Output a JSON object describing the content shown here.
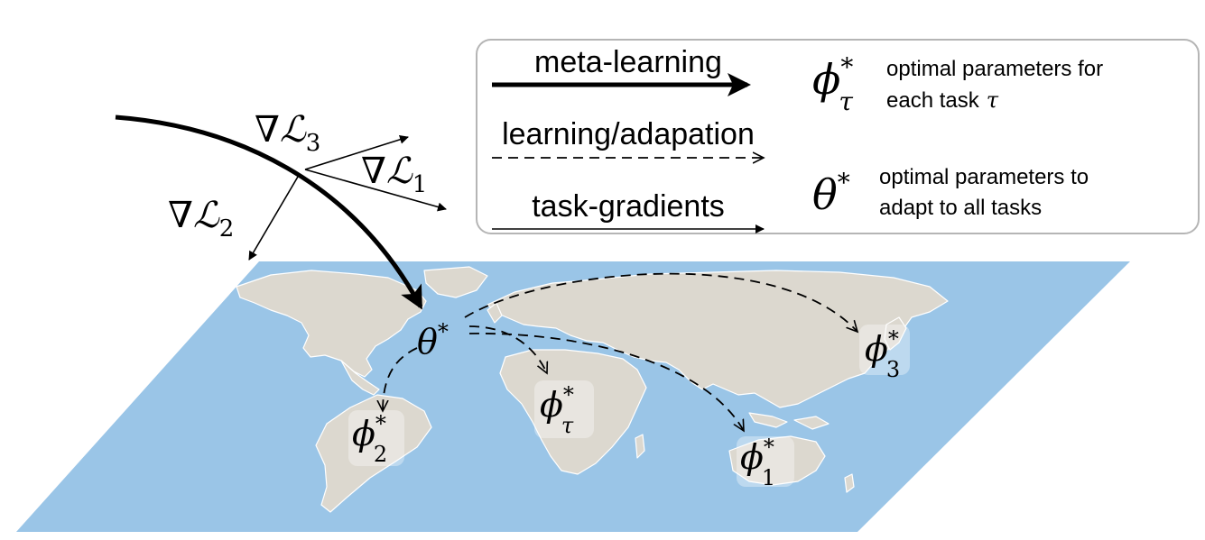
{
  "colors": {
    "ocean": "#9ac5e7",
    "land": "#dcd8cf",
    "land_border": "#ffffff",
    "legend_border": "#b5b5b5",
    "line": "#000000"
  },
  "legend": {
    "meta_label": "meta-learning",
    "learn_label": "learning/adapation",
    "task_label": "task-gradients",
    "phi_desc_line1": "optimal parameters for",
    "phi_desc_line2_prefix": "each task",
    "phi_desc_line2_symbol": "τ",
    "theta_desc_line1": "optimal parameters to",
    "theta_desc_line2": "adapt to all tasks",
    "phi_symbol": "ϕ",
    "phi_sup": "*",
    "phi_sub": "τ",
    "theta_symbol": "θ",
    "theta_sup": "*"
  },
  "gradients": [
    {
      "nabla": "∇",
      "symbol": "ℒ",
      "sub": "3"
    },
    {
      "nabla": "∇",
      "symbol": "ℒ",
      "sub": "1"
    },
    {
      "nabla": "∇",
      "symbol": "ℒ",
      "sub": "2"
    }
  ],
  "map_labels": {
    "theta": {
      "symbol": "θ",
      "sup": "*"
    },
    "phi1": {
      "symbol": "ϕ",
      "sup": "*",
      "sub": "1"
    },
    "phi2": {
      "symbol": "ϕ",
      "sup": "*",
      "sub": "2"
    },
    "phi3": {
      "symbol": "ϕ",
      "sup": "*",
      "sub": "3"
    },
    "phitau": {
      "symbol": "ϕ",
      "sup": "*",
      "sub": "τ"
    }
  }
}
